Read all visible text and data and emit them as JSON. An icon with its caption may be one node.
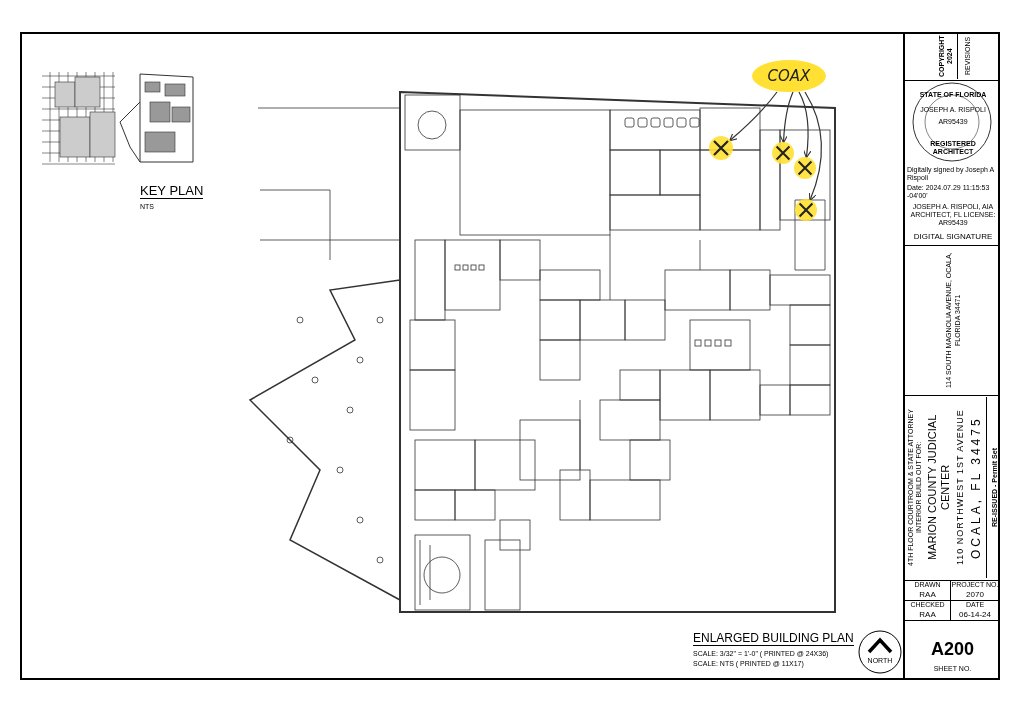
{
  "diagram": {
    "nodes": [
      {
        "text": [
          "COAX"
        ]
      },
      {
        "text": [],
        "shape": "cross"
      },
      {
        "text": [],
        "shape": "cross"
      },
      {
        "text": [],
        "shape": "cross"
      },
      {
        "text": [],
        "shape": "cross"
      }
    ],
    "edges": [
      {
        "from": 0,
        "to": 1,
        "arrow": "to"
      },
      {
        "from": 0,
        "to": 2,
        "arrow": "to"
      },
      {
        "from": 0,
        "to": 3,
        "arrow": "to"
      },
      {
        "from": 0,
        "to": 4,
        "arrow": "to"
      }
    ],
    "labels": [
      "KEY PLAN",
      "NTS",
      "ENLARGED BUILDING PLAN",
      "SCALE: 3/32\" = 1'-0\" ( PRINTED @ 24X36)",
      "SCALE: NTS ( PRINTED @ 11X17)",
      "NORTH",
      "COPYRIGHT 2024",
      "REVISIONS",
      "STATE OF FLORIDA",
      "JOSEPH A. RISPOLI",
      "AR95439",
      "REGISTERED ARCHITECT",
      "Digitally signed by Joseph A Rispoli",
      "Date: 2024.07.29 11:15:53 -04'00'",
      "JOSEPH A. RISPOLI, AIA ARCHITECT, FL LICENSE: AR95439",
      "DIGITAL SIGNATURE",
      "114 SOUTH MAGNOLIA AVENUE, OCALA, FLORIDA 34471",
      "4TH FLOOR COURTROOM & STATE ATTORNEY INTERIOR BUILD OUT FOR:",
      "MARION COUNTY JUDICIAL CENTER",
      "110 NORTHWEST 1ST AVENUE",
      "OCALA, FL 34475",
      "RE-ISSUED - Permit Set",
      "DRAWN",
      "RAA",
      "PROJECT NO.",
      "2070",
      "CHECKED",
      "RAA",
      "DATE",
      "06-14-24",
      "A200",
      "SHEET NO."
    ]
  }
}
